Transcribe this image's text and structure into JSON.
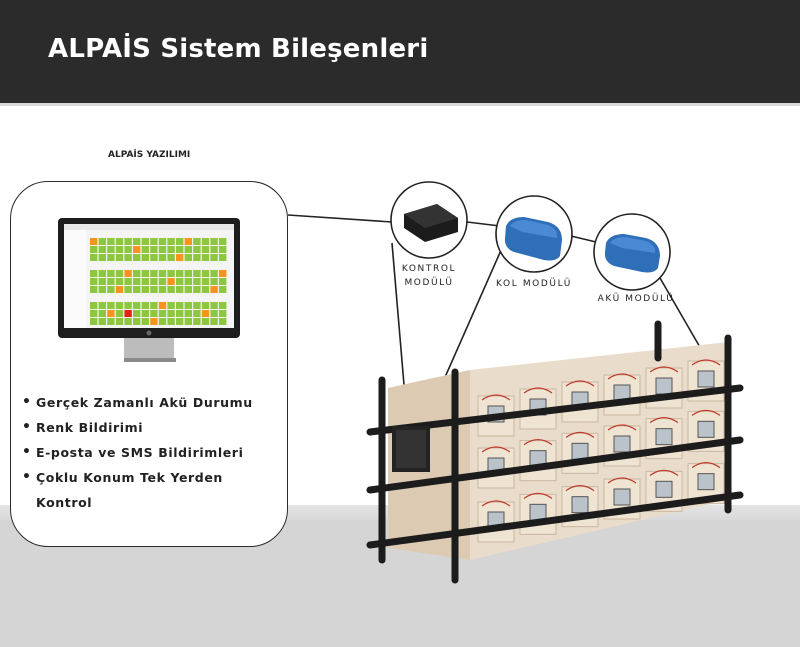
{
  "header": {
    "title": "ALPAİS Sistem Bileşenleri"
  },
  "software": {
    "label": "ALPAİS YAZILIMI",
    "features": [
      "Gerçek Zamanlı Akü Durumu",
      "Renk Bildirimi",
      "E-posta ve SMS Bildirimleri",
      "Çoklu Konum Tek Yerden Kontrol"
    ]
  },
  "modules": {
    "control": "KONTROL MODÜLÜ",
    "column": "KOL MODÜLÜ",
    "battery": "AKÜ MODÜLÜ"
  },
  "colors": {
    "header_bg": "#2b2b2b",
    "module_blue": "#2f6fb8",
    "control_black": "#1c1c1c",
    "cell_green": "#8dc63f",
    "cell_orange": "#f7941d",
    "cell_red": "#e2231a"
  },
  "icons": [
    "monitor-icon",
    "control-module-icon",
    "column-module-icon",
    "battery-module-icon",
    "battery-rack-icon"
  ]
}
